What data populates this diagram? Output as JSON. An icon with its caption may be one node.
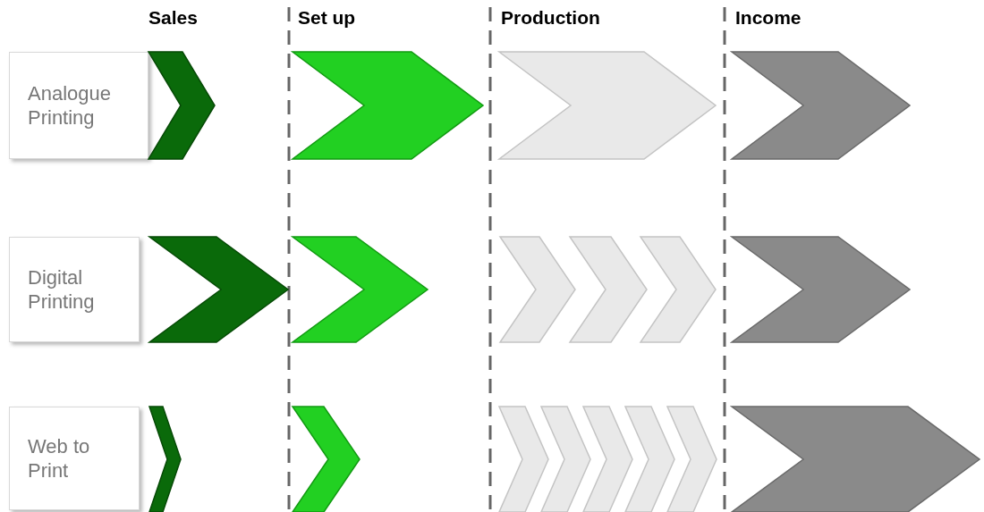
{
  "diagram": {
    "nodes": [
      {
        "text": [
          "Analogue Printing"
        ]
      },
      {
        "text": [],
        "shape": "chevron"
      },
      {
        "text": [],
        "shape": "chevron"
      },
      {
        "text": [],
        "shape": "chevron"
      },
      {
        "text": [],
        "shape": "chevron"
      },
      {
        "text": [
          "Digital Printing"
        ]
      },
      {
        "text": [],
        "shape": "chevron"
      },
      {
        "text": [],
        "shape": "chevron"
      },
      {
        "text": [],
        "shape": "chevron"
      },
      {
        "text": [],
        "shape": "chevron"
      },
      {
        "text": [],
        "shape": "chevron"
      },
      {
        "text": [],
        "shape": "chevron"
      },
      {
        "text": [
          "Web to Print"
        ]
      },
      {
        "text": [],
        "shape": "chevron"
      },
      {
        "text": [],
        "shape": "chevron"
      },
      {
        "text": [],
        "shape": "chevron"
      },
      {
        "text": [],
        "shape": "chevron"
      },
      {
        "text": [],
        "shape": "chevron"
      },
      {
        "text": [],
        "shape": "chevron"
      },
      {
        "text": [],
        "shape": "chevron"
      },
      {
        "text": [],
        "shape": "chevron"
      }
    ],
    "labels": [
      "Sales",
      "Set up",
      "Production",
      "Income"
    ]
  }
}
